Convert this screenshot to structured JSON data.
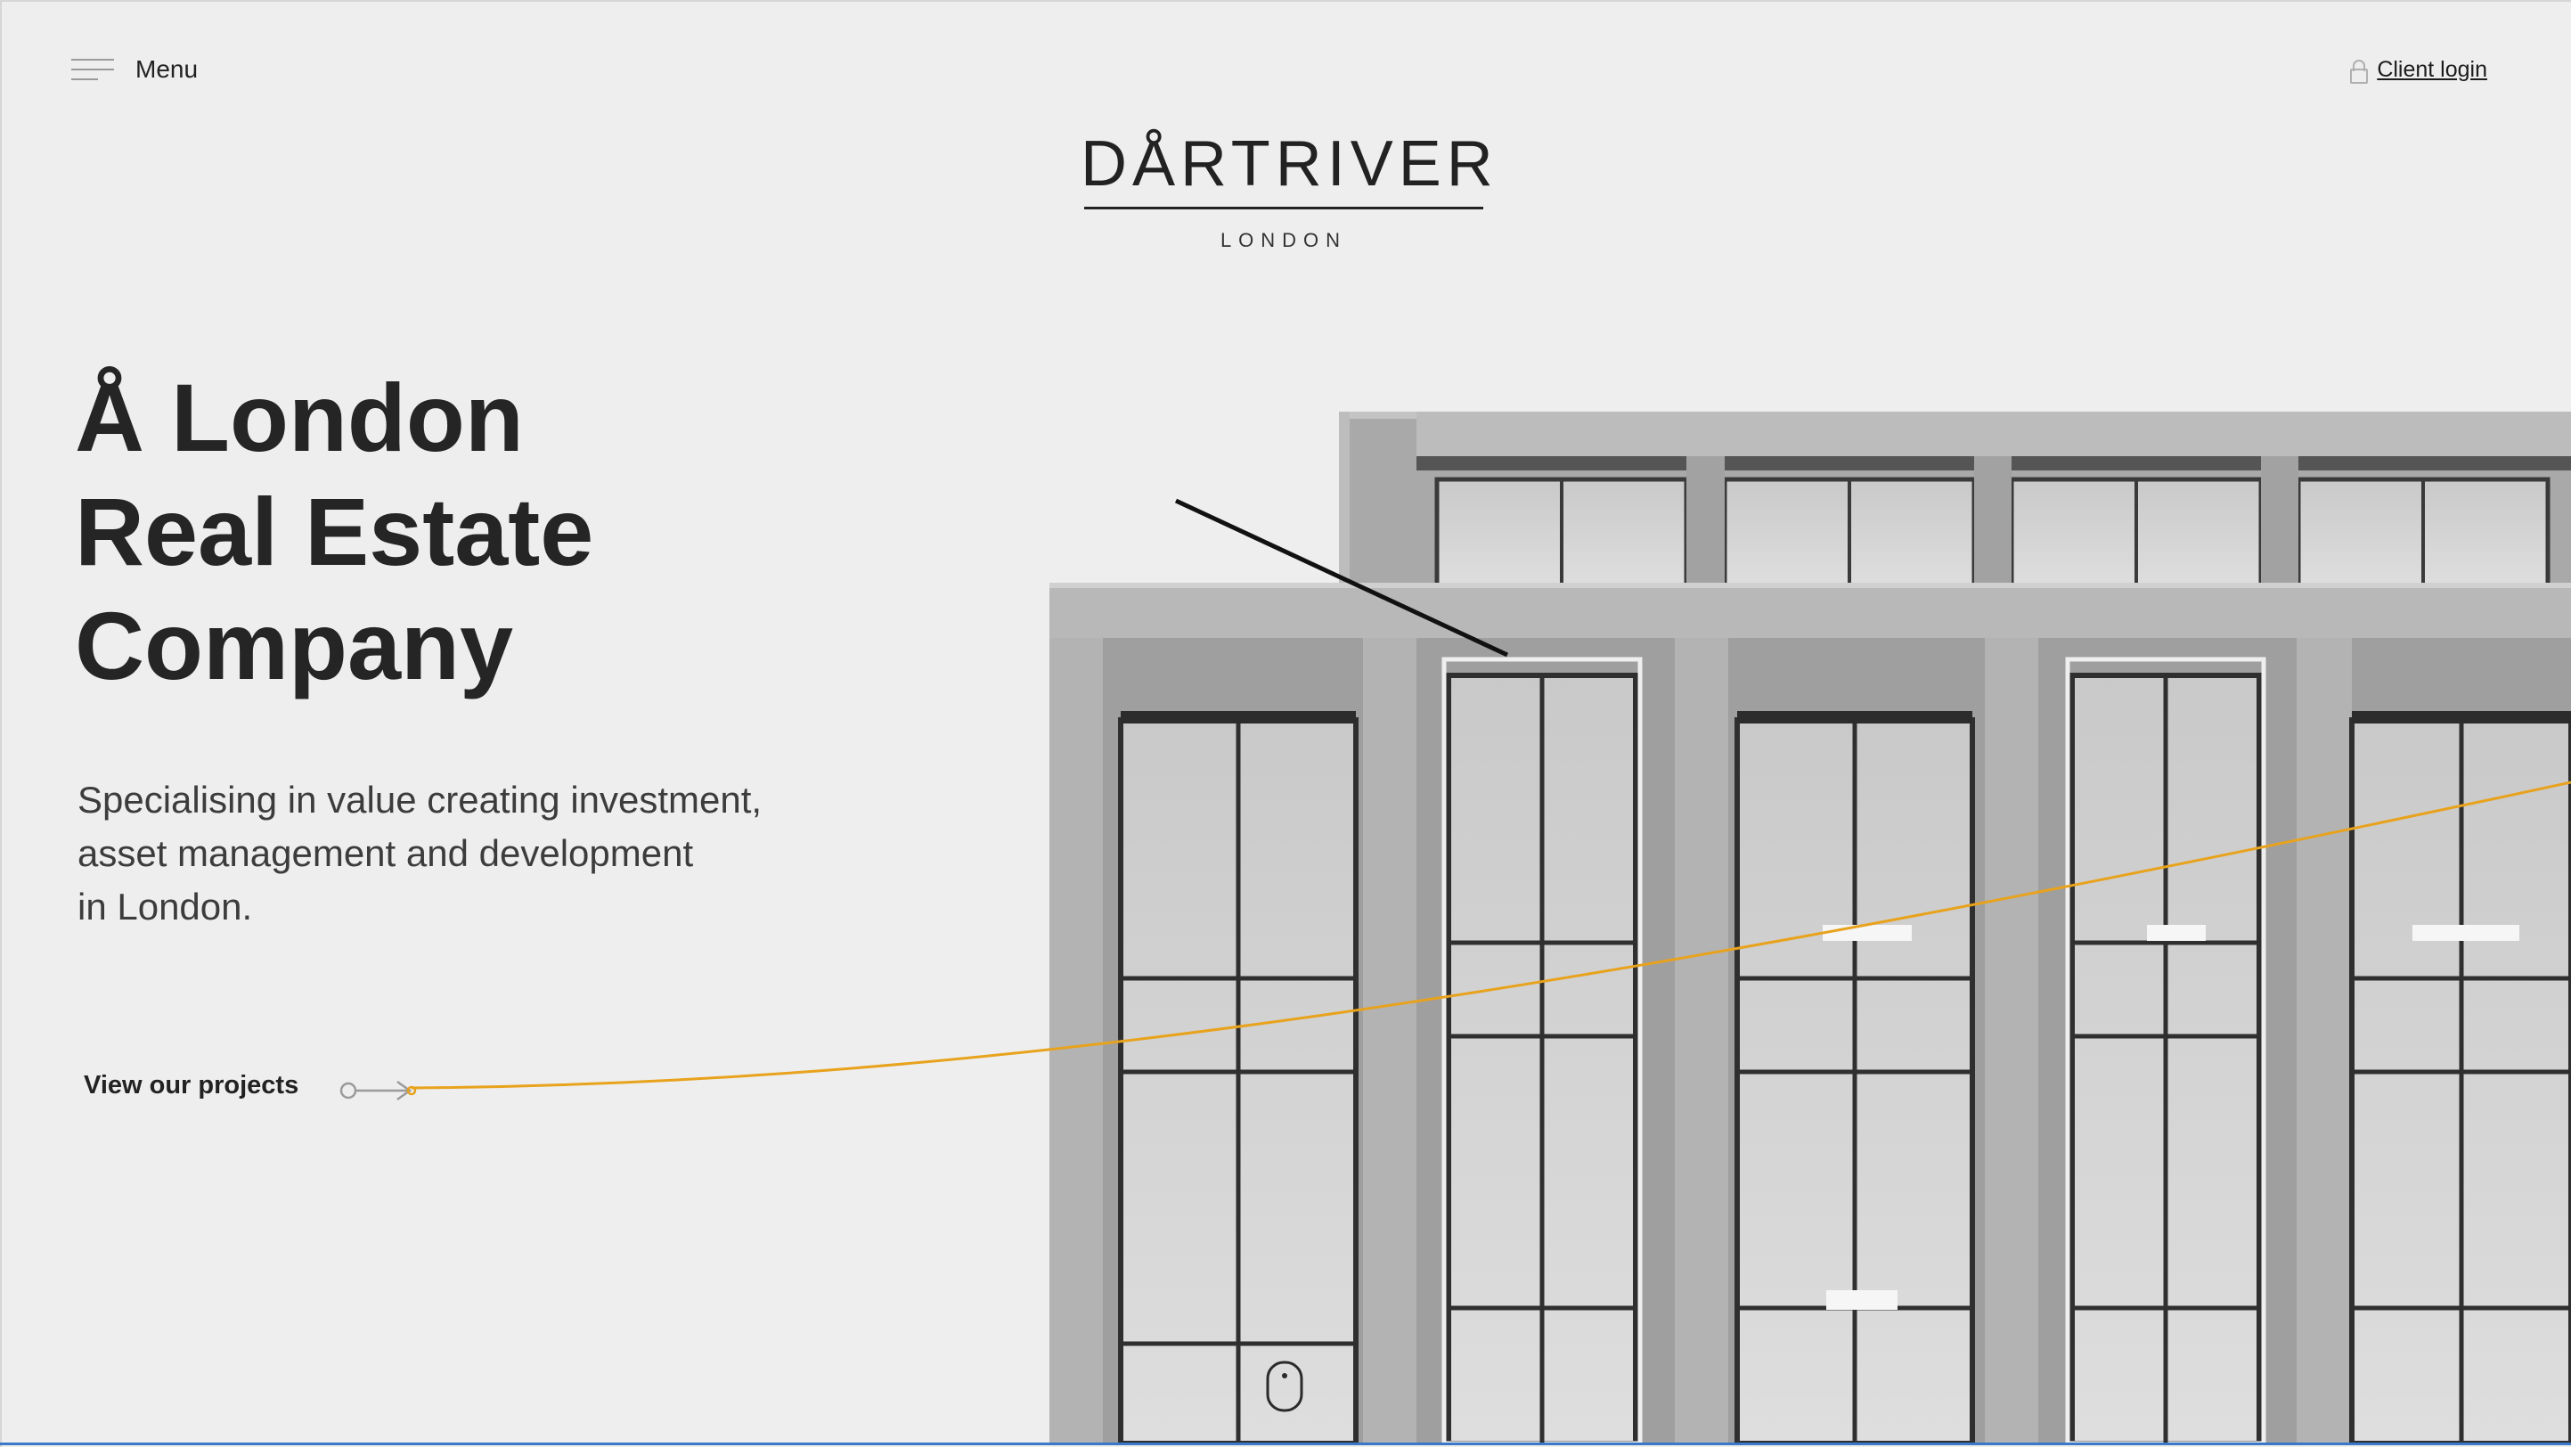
{
  "header": {
    "menu_label": "Menu",
    "client_login_label": "Client login"
  },
  "logo": {
    "wordmark": "DÅRTRIVER",
    "subline": "LONDON"
  },
  "hero": {
    "headline_lines": [
      "Å London",
      "Real Estate",
      "Company"
    ],
    "tagline_lines": [
      "Specialising in value creating investment,",
      "asset management and development",
      "in London."
    ],
    "cta_label": "View our projects"
  },
  "icons": {
    "menu": "hamburger-icon",
    "lock": "lock-icon",
    "cta": "arrow-right-icon",
    "scroll": "mouse-scroll-icon"
  },
  "colors": {
    "background": "#eeeeee",
    "text": "#222222",
    "accent_line": "#e8a21c"
  }
}
